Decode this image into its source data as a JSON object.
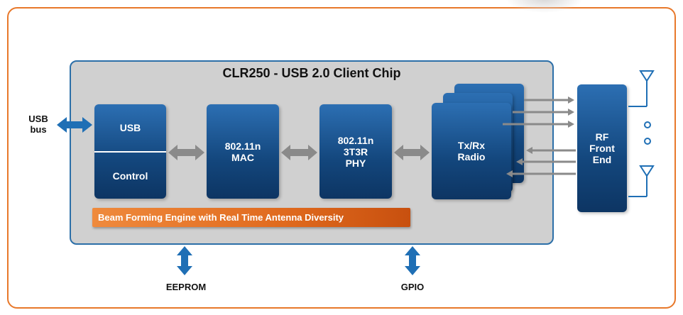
{
  "chip": {
    "title": "CLR250 - USB 2.0 Client Chip"
  },
  "blocks": {
    "usb_top": "USB",
    "usb_bottom": "Control",
    "mac": "802.11n\nMAC",
    "phy": "802.11n\n3T3R\nPHY",
    "radio": "Tx/Rx\nRadio",
    "rf": "RF\nFront\nEnd"
  },
  "beam": "Beam Forming Engine with Real Time Antenna Diversity",
  "external": {
    "usb_bus": "USB\nbus",
    "eeprom": "EEPROM",
    "gpio": "GPIO"
  },
  "colors": {
    "frame_border": "#e8782a",
    "chip_fill": "#d0d0d0",
    "chip_border": "#2c6fa8",
    "block_blue": "#13467c",
    "beam_orange": "#e06a1e",
    "arrow_gray": "#8a8a8a",
    "arrow_blue": "#1f6fb5"
  },
  "icons": [
    "antenna-icon",
    "double-arrow-icon"
  ]
}
